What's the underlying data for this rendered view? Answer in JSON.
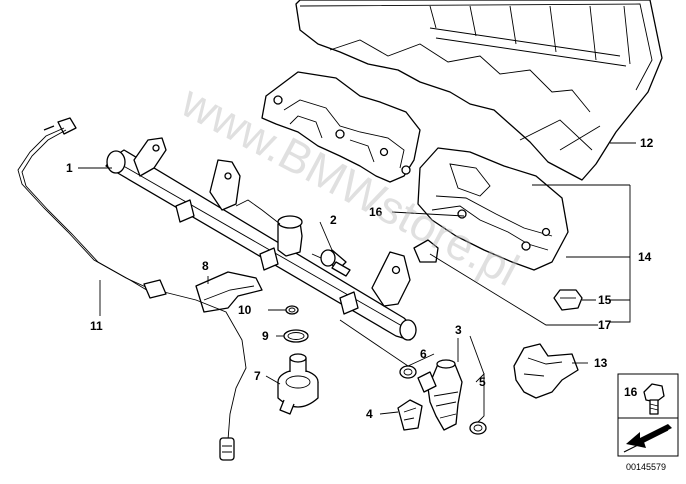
{
  "watermark": "www.BMWstore.pl",
  "diagram_number": "00145579",
  "callouts": {
    "c1": "1",
    "c2": "2",
    "c3": "3",
    "c4": "4",
    "c5": "5",
    "c6": "6",
    "c7": "7",
    "c8": "8",
    "c9": "9",
    "c10": "10",
    "c11": "11",
    "c12": "12",
    "c13": "13",
    "c14": "14",
    "c15": "15",
    "c16": "16",
    "c17": "17"
  },
  "legend_box": {
    "number": "16"
  }
}
